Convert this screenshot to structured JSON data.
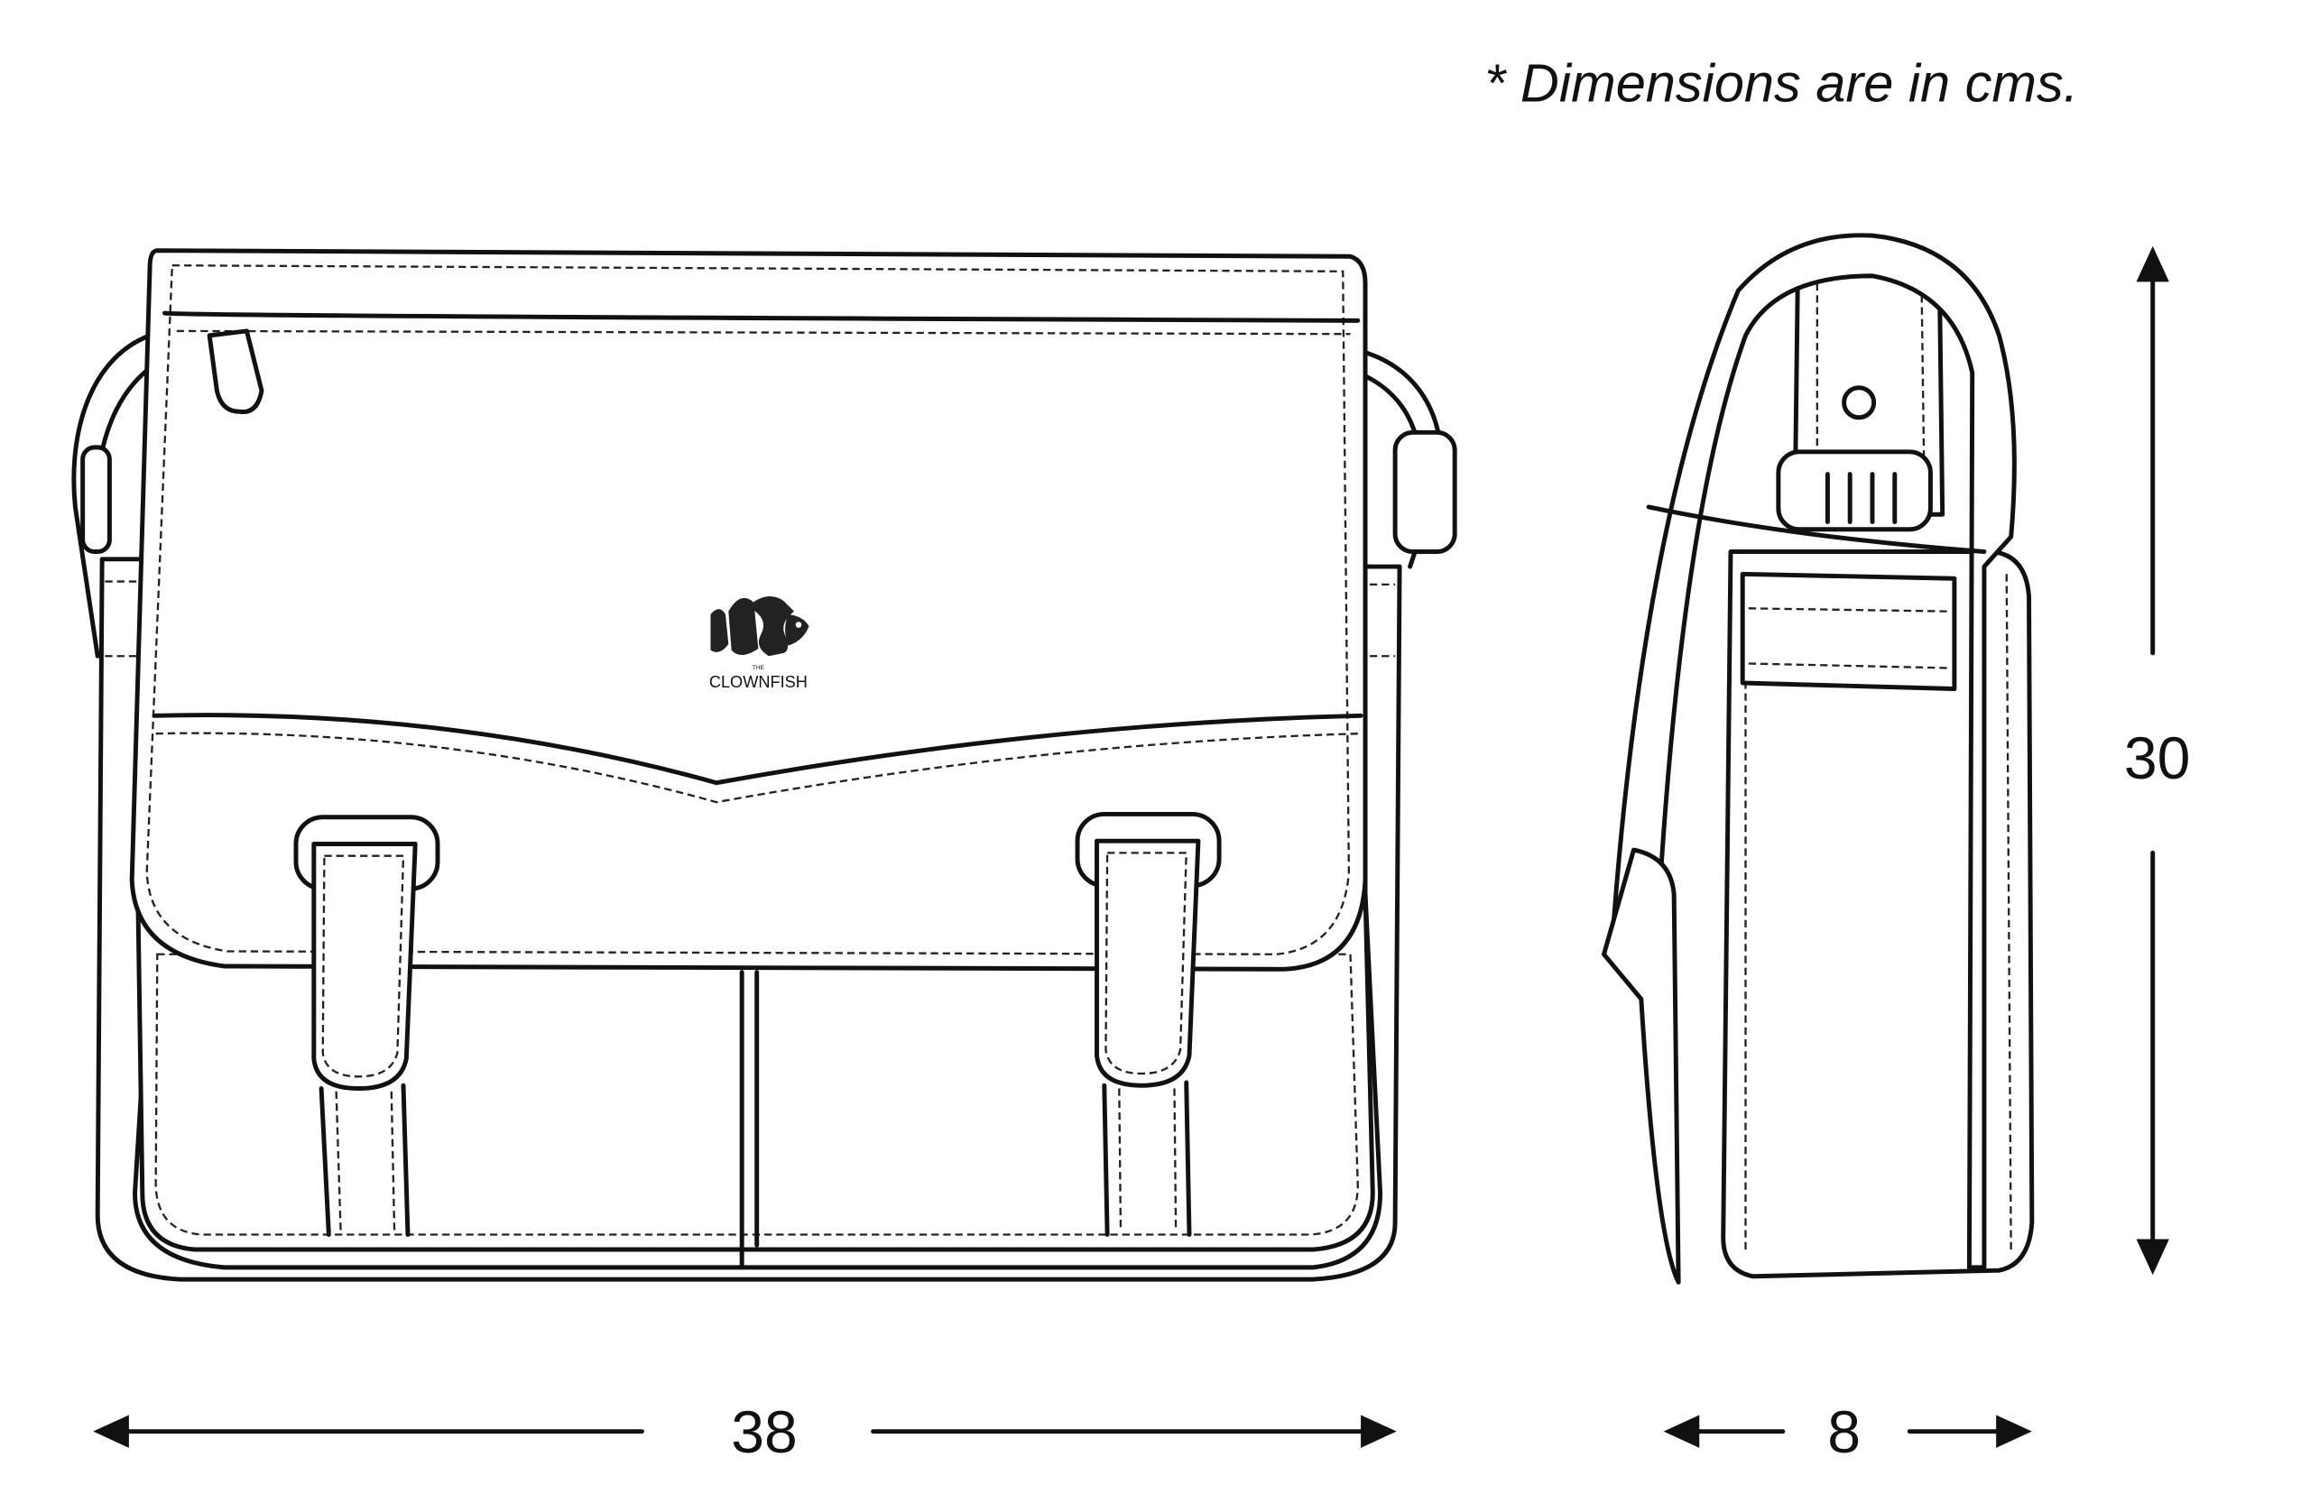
{
  "note": "* Dimensions are in cms.",
  "dimensions": {
    "width": "38",
    "depth": "8",
    "height": "30"
  },
  "logo": {
    "small": "THE",
    "brand": "CLOWNFISH"
  },
  "colors": {
    "line": "#111111",
    "background": "#ffffff"
  }
}
